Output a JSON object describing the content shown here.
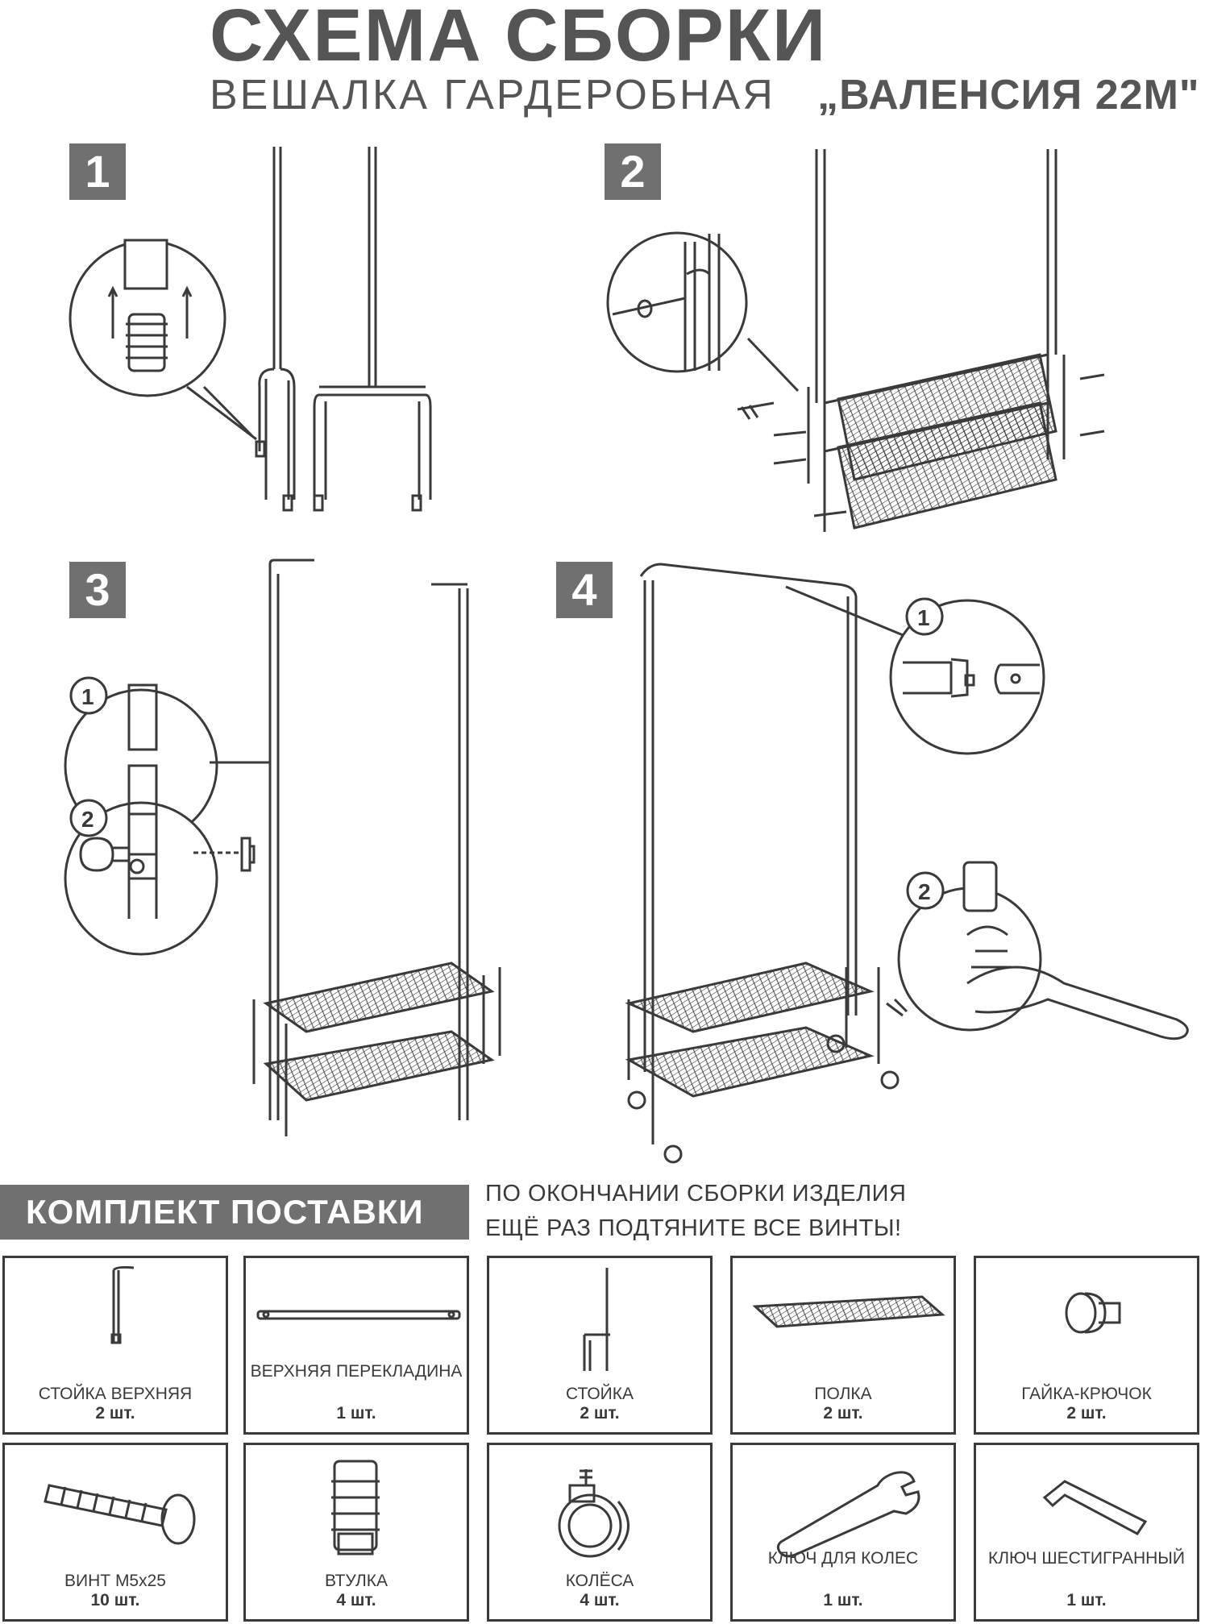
{
  "header": {
    "title": "СХЕМА СБОРКИ",
    "subtitle": "ВЕШАЛКА ГАРДЕРОБНАЯ",
    "model": "„ВАЛЕНСИЯ 22М\""
  },
  "steps": [
    {
      "number": "1",
      "callouts": []
    },
    {
      "number": "2",
      "callouts": []
    },
    {
      "number": "3",
      "callouts": [
        "1",
        "2"
      ]
    },
    {
      "number": "4",
      "callouts": [
        "1",
        "2"
      ]
    }
  ],
  "kit": {
    "title": "КОМПЛЕКТ ПОСТАВКИ",
    "note_line1": "ПО ОКОНЧАНИИ СБОРКИ ИЗДЕЛИЯ",
    "note_line2": "ЕЩЁ РАЗ ПОДТЯНИТЕ ВСЕ ВИНТЫ!",
    "items": [
      {
        "name": "СТОЙКА ВЕРХНЯЯ",
        "qty": "2 шт.",
        "icon": "upper-post-icon"
      },
      {
        "name": "ВЕРХНЯЯ ПЕРЕКЛАДИНА",
        "qty": "1 шт.",
        "icon": "top-crossbar-icon"
      },
      {
        "name": "СТОЙКА",
        "qty": "2 шт.",
        "icon": "post-icon"
      },
      {
        "name": "ПОЛКА",
        "qty": "2 шт.",
        "icon": "shelf-icon"
      },
      {
        "name": "ГАЙКА-КРЮЧОК",
        "qty": "2 шт.",
        "icon": "hook-nut-icon"
      },
      {
        "name": "ВИНТ М5х25",
        "qty": "10 шт.",
        "icon": "screw-icon"
      },
      {
        "name": "ВТУЛКА",
        "qty": "4 шт.",
        "icon": "bushing-icon"
      },
      {
        "name": "КОЛЁСА",
        "qty": "4 шт.",
        "icon": "wheel-icon"
      },
      {
        "name": "КЛЮЧ ДЛЯ КОЛЕС",
        "qty": "1 шт.",
        "icon": "wheel-wrench-icon"
      },
      {
        "name": "КЛЮЧ ШЕСТИГРАННЫЙ",
        "qty": "1 шт.",
        "icon": "hex-key-icon"
      }
    ]
  }
}
